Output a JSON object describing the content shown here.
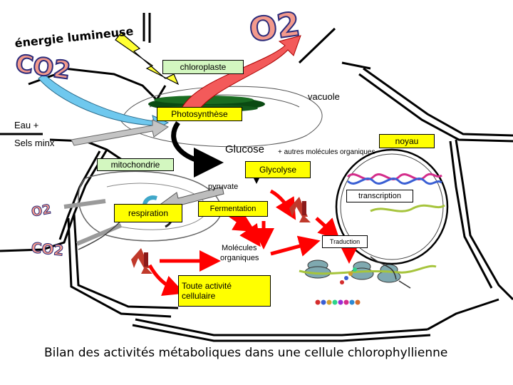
{
  "colors": {
    "accent_fill": "#ffff00",
    "label_fill": "#d3f7c0",
    "nucleus_fill": "#ffff00",
    "arrow_red": "#ff0000",
    "arrow_gray": "#c4c4c4",
    "arrow_blue": "#6fc8ee",
    "wordart_fill": "#f39a8c",
    "wordart_stroke": "#2b2b7a",
    "energy_text": "#000000"
  },
  "icons": [
    "lightning-bolt-icon",
    "atp-molecule-icon",
    "dna-helix-icon",
    "ribosome-icon",
    "protein-chain-icon"
  ],
  "title": "Bilan des activités métaboliques dans une cellule chlorophyllienne",
  "labels": {
    "energie": "énergie lumineuse",
    "o2_big": "O2",
    "co2_big": "CO2",
    "chloroplaste": "chloroplaste",
    "vacuole": "vacuole",
    "photosynthese": "Photosynthèse",
    "eau": "Eau +",
    "sels": "Sels minx",
    "glucose": "Glucose",
    "autres": "+ autres molécules organiques",
    "noyau": "noyau",
    "mitochondrie": "mitochondrie",
    "glycolyse": "Glycolyse",
    "pyruvate": "pyruvate",
    "transcription": "transcription",
    "o2_small": "O2",
    "respiration": "respiration",
    "fermentation": "Fermentation",
    "traduction": "Traduction",
    "co2_small": "CO2",
    "molecules_1": "Molécules",
    "molecules_2": "organiques",
    "toute_1": "Toute activité",
    "toute_2": "cellulaire"
  }
}
